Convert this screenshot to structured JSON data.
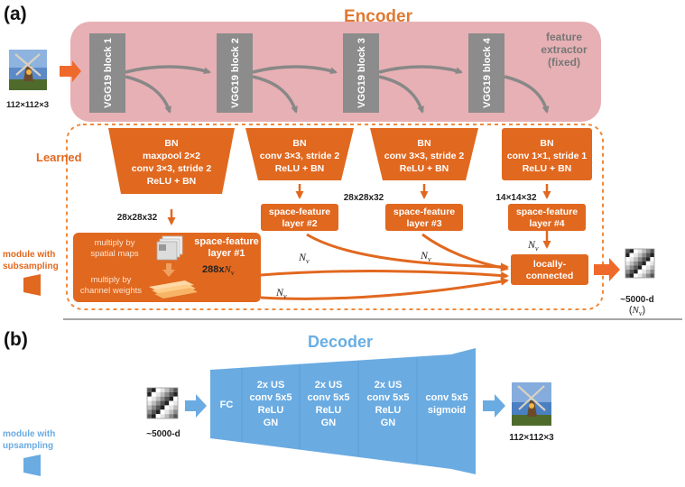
{
  "panel_a": {
    "label": "(a)",
    "title": "Encoder",
    "input_image_caption": "112×112×3",
    "feature_extractor_lines": [
      "feature",
      "extractor",
      "(fixed)"
    ],
    "learned_label": "Learned",
    "vgg_blocks": [
      "VGG19 block 1",
      "VGG19 block 2",
      "VGG19 block 3",
      "VGG19 block 4"
    ],
    "bn_blocks": [
      [
        "BN",
        "maxpool 2×2",
        "conv 3×3, stride 2",
        "ReLU + BN"
      ],
      [
        "BN",
        "conv 3×3, stride 2",
        "ReLU + BN"
      ],
      [
        "BN",
        "conv 3×3, stride 2",
        "ReLU + BN"
      ],
      [
        "BN",
        "conv 1×1, stride 1",
        "ReLU + BN"
      ]
    ],
    "dims": [
      "28x28x32",
      "28x28x32",
      "14×14×32"
    ],
    "sf1": {
      "multiply_spatial": [
        "multiply by",
        "spatial maps"
      ],
      "multiply_channel": [
        "multiply by",
        "channel weights"
      ],
      "title": [
        "space-feature",
        "layer #1"
      ],
      "count": "288x"
    },
    "sf_blocks": [
      [
        "space-feature",
        "layer #2"
      ],
      [
        "space-feature",
        "layer #3"
      ],
      [
        "space-feature",
        "layer #4"
      ]
    ],
    "nv": "N",
    "nv_sub": "v",
    "locally_connected": [
      "locally-",
      "connected"
    ],
    "output_caption": "~5000-d",
    "output_paren_open": "(",
    "output_paren_close": ")",
    "module_label": [
      "module with",
      "subsampling"
    ]
  },
  "panel_b": {
    "label": "(b)",
    "title": "Decoder",
    "input_caption": "~5000-d",
    "layers": [
      [
        "FC"
      ],
      [
        "2x US",
        "conv 5x5",
        "ReLU",
        "GN"
      ],
      [
        "2x US",
        "conv 5x5",
        "ReLU",
        "GN"
      ],
      [
        "2x US",
        "conv 5x5",
        "ReLU",
        "GN"
      ],
      [
        "conv 5x5",
        "sigmoid"
      ]
    ],
    "output_caption": "112×112×3",
    "module_label": [
      "module with",
      "upsampling"
    ]
  },
  "colors": {
    "orange": "#e1681f",
    "orange_title": "#e07a32",
    "pink": "#e7b0b4",
    "gray_block": "#8c8c8c",
    "gray_text": "#777777",
    "blue": "#6aabe2",
    "blue_title": "#69aee3"
  }
}
